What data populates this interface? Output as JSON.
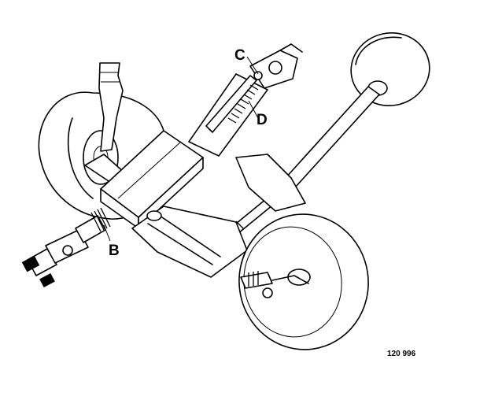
{
  "labels": {
    "c": "C",
    "d": "D",
    "b": "B"
  },
  "reference_number": "120 996"
}
